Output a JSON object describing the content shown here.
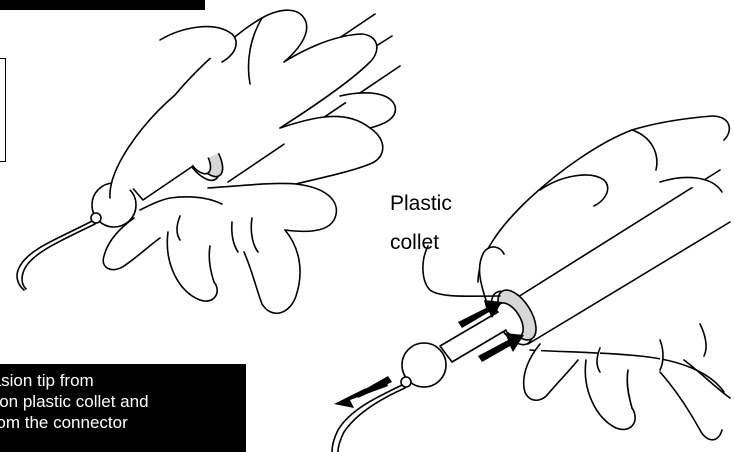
{
  "figure": {
    "label_plastic": "Plastic",
    "label_collet": "collet",
    "caption_lines": [
      "rasion tip from",
      "k on plastic collet and",
      "from the connector"
    ],
    "icons": [
      "hand-holding-handpiece",
      "push-arrow",
      "pull-arrow"
    ]
  }
}
